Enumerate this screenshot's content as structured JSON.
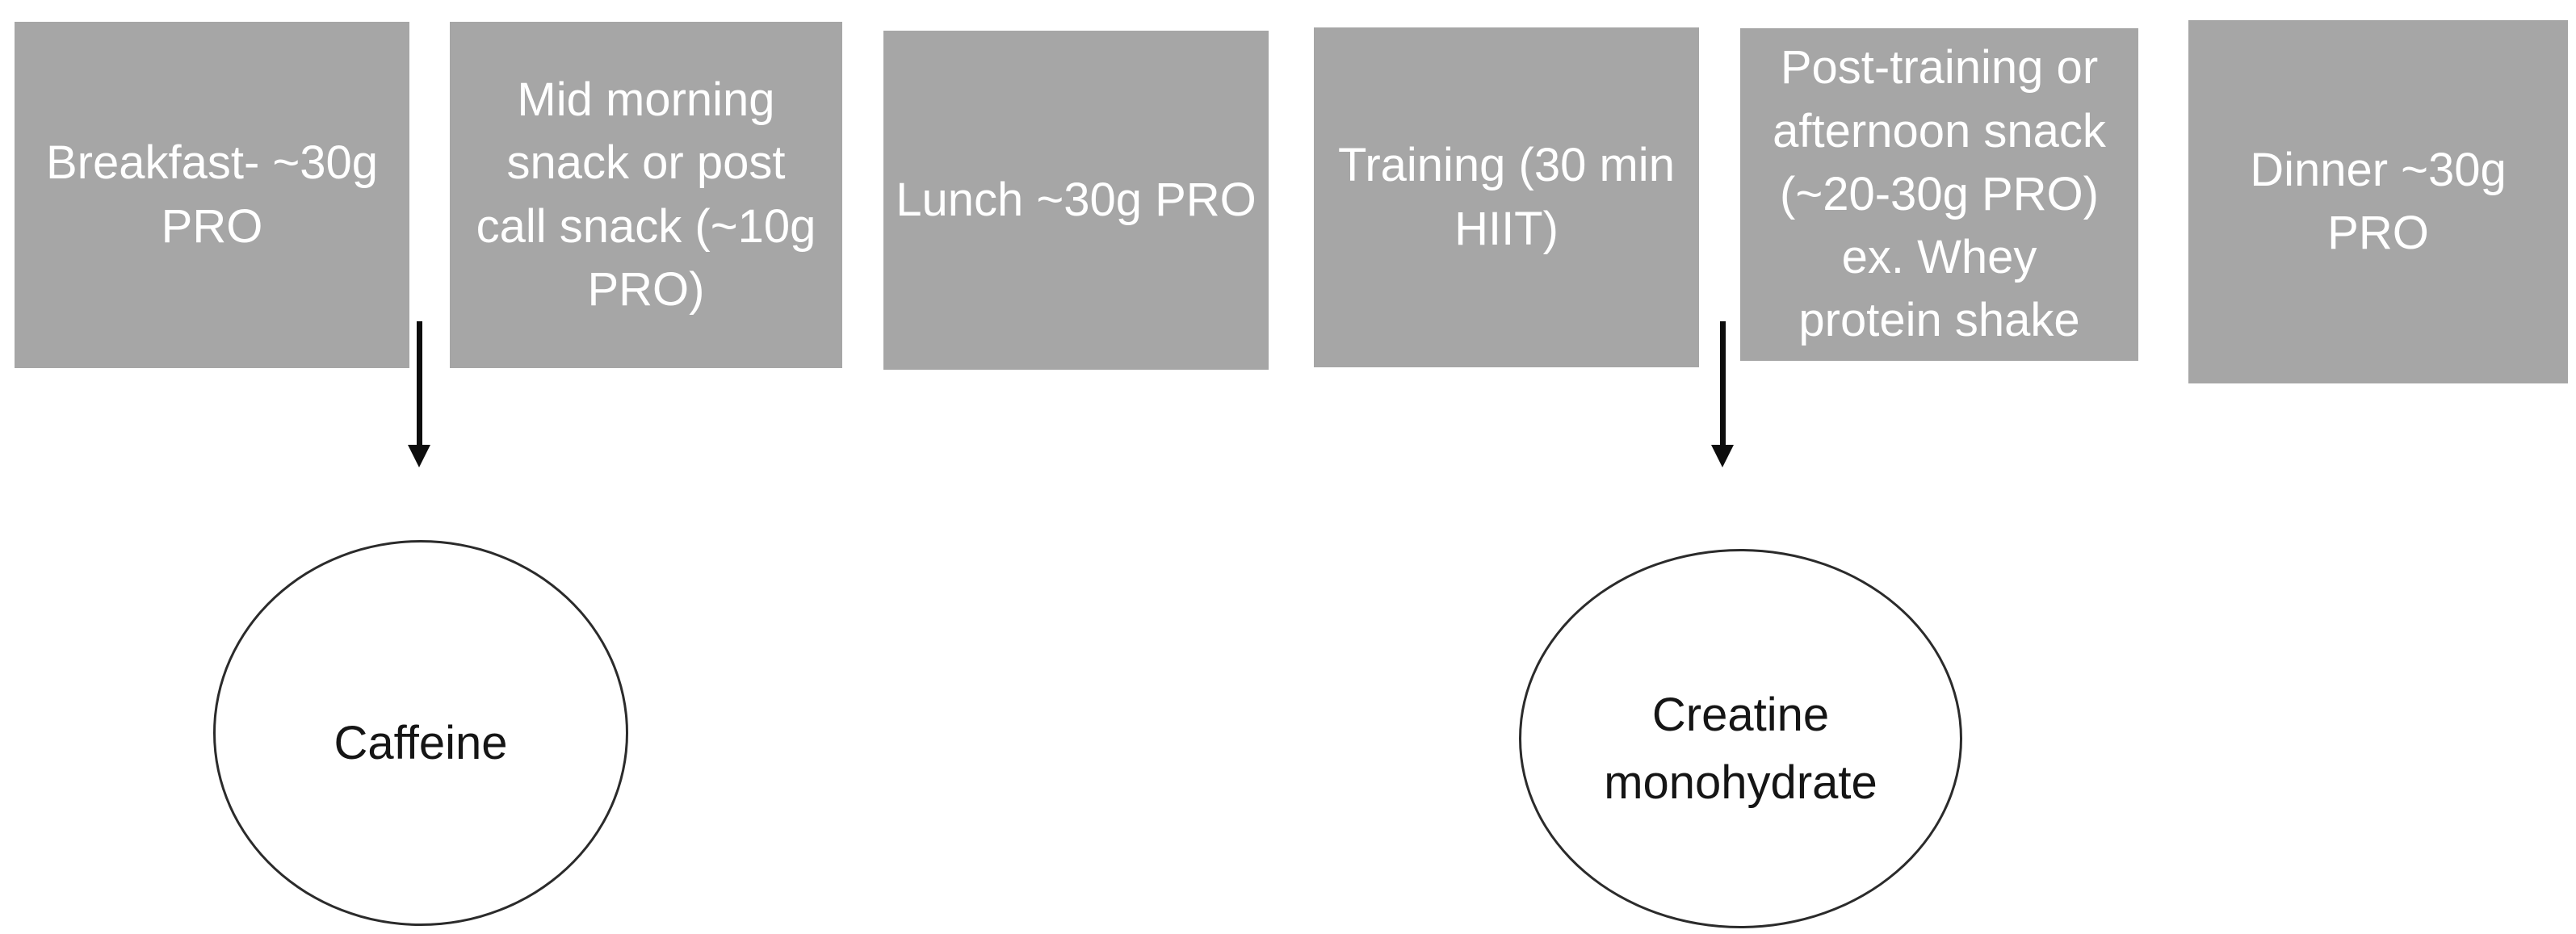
{
  "diagram": {
    "boxes": [
      {
        "label": "Breakfast- ~30g\nPRO"
      },
      {
        "label": "Mid morning\nsnack or post\ncall snack (~10g\nPRO)"
      },
      {
        "label": "Lunch ~30g PRO"
      },
      {
        "label": "Training (30 min\nHIIT)"
      },
      {
        "label": "Post-training or\nafternoon snack\n(~20-30g PRO)\nex. Whey\nprotein shake"
      },
      {
        "label": "Dinner ~30g\nPRO"
      }
    ],
    "circles": [
      {
        "label": "Caffeine"
      },
      {
        "label": "Creatine\nmonohydrate"
      }
    ],
    "colors": {
      "background": "#ffffff",
      "box_fill": "#a6a6a6",
      "box_text": "#ffffff",
      "circle_fill": "#ffffff",
      "circle_border": "#2b2b2b",
      "circle_text": "#151515",
      "arrow": "#0d0d0d"
    }
  }
}
